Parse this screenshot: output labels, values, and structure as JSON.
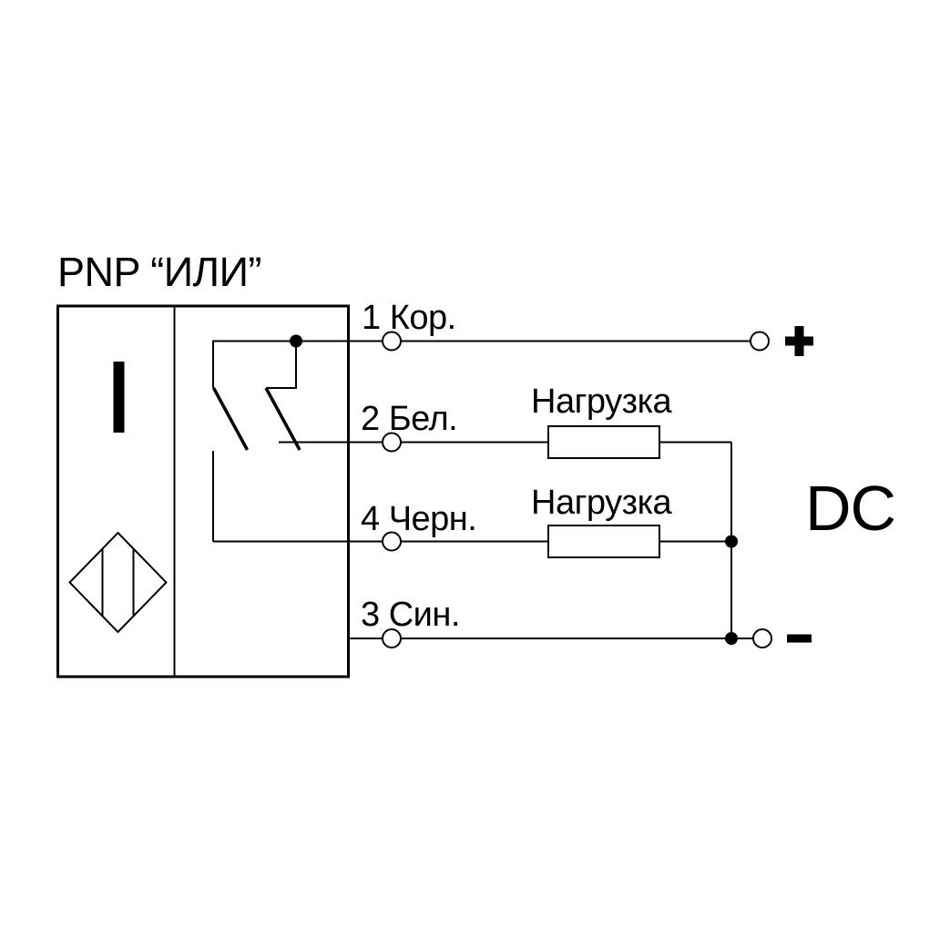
{
  "title": "PNP “ИЛИ”",
  "sensor": {
    "type": "PNP",
    "logic": "ИЛИ",
    "symbols": [
      "output-bar",
      "sensing-diamond"
    ],
    "switch_count": 2
  },
  "wires": [
    {
      "pin": "1",
      "color_name": "Кор.",
      "label": "1 Кор."
    },
    {
      "pin": "2",
      "color_name": "Бел.",
      "label": "2 Бел."
    },
    {
      "pin": "4",
      "color_name": "Черн.",
      "label": "4 Черн."
    },
    {
      "pin": "3",
      "color_name": "Син.",
      "label": "3 Син."
    }
  ],
  "loads": [
    {
      "label": "Нагрузка"
    },
    {
      "label": "Нагрузка"
    }
  ],
  "power": {
    "type": "DC",
    "plus": "+",
    "minus": "−"
  },
  "colors": {
    "line": "#000000",
    "background": "#ffffff",
    "text": "#000000"
  }
}
